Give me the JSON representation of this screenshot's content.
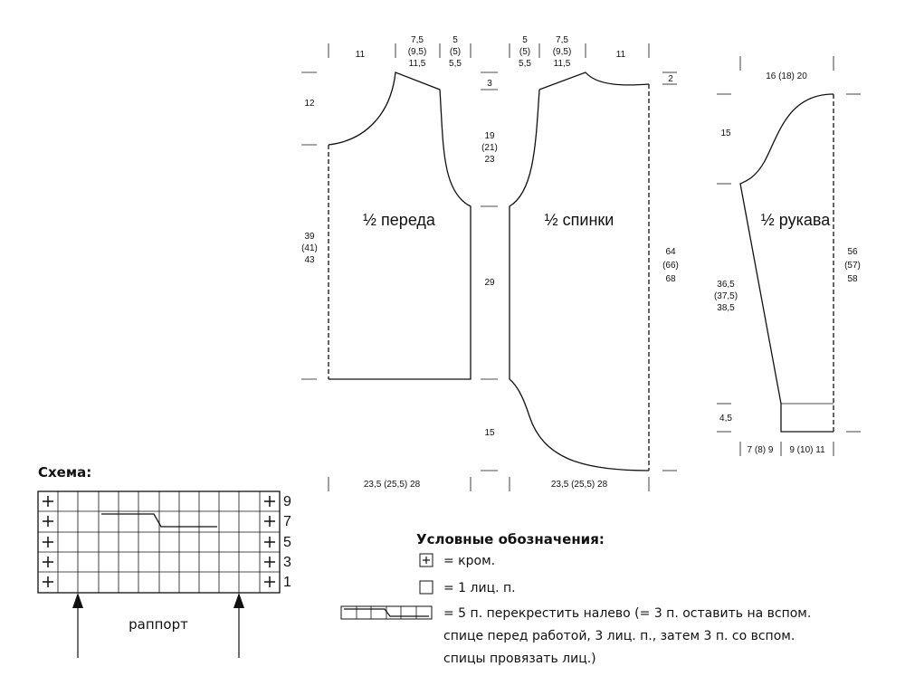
{
  "pieces": {
    "front": {
      "title": "½ переда"
    },
    "back": {
      "title": "½ спинки"
    },
    "sleeve": {
      "title": "½ рукава"
    }
  },
  "dimensions": {
    "top_front_shoulder": "11",
    "top_front_neck": [
      "7,5",
      "(9,5)",
      "11,5"
    ],
    "top_front_gap": [
      "5",
      "(5)",
      "5,5"
    ],
    "top_back_gap": [
      "5",
      "(5)",
      "5,5"
    ],
    "top_back_neck": [
      "7,5",
      "(9,5)",
      "11,5"
    ],
    "top_back_shoulder": "11",
    "left_armhole": "12",
    "left_body": [
      "39",
      "(41)",
      "43"
    ],
    "center_3": "3",
    "center_armhole": [
      "19",
      "(21)",
      "23"
    ],
    "center_29": "29",
    "center_15": "15",
    "right_2": "2",
    "right_total": [
      "64",
      "(66)",
      "68"
    ],
    "bottom_front": "23,5 (25,5) 28",
    "bottom_back": "23,5 (25,5) 28",
    "sleeve_top": "16 (18) 20",
    "sleeve_cap": "15",
    "sleeve_inner": [
      "36,5",
      "(37,5)",
      "38,5"
    ],
    "sleeve_outer": [
      "56",
      "(57)",
      "58"
    ],
    "sleeve_cuff": "4,5",
    "sleeve_bottom_left": "7 (8) 9",
    "sleeve_bottom_right": "9 (10) 11"
  },
  "scheme": {
    "title": "Схема:",
    "rows": [
      "9",
      "7",
      "5",
      "3",
      "1"
    ],
    "repeat_label": "раппорт"
  },
  "legend": {
    "title": "Условные обозначения:",
    "items": [
      {
        "text": "= кром."
      },
      {
        "text": "= 1 лиц. п."
      },
      {
        "lines": [
          "= 5 п. перекрестить налево (= 3 п. оставить на вспом.",
          "спице перед работой, 3 лиц. п., затем 3 п. со вспом.",
          "спицы провязать лиц.)"
        ]
      }
    ]
  }
}
